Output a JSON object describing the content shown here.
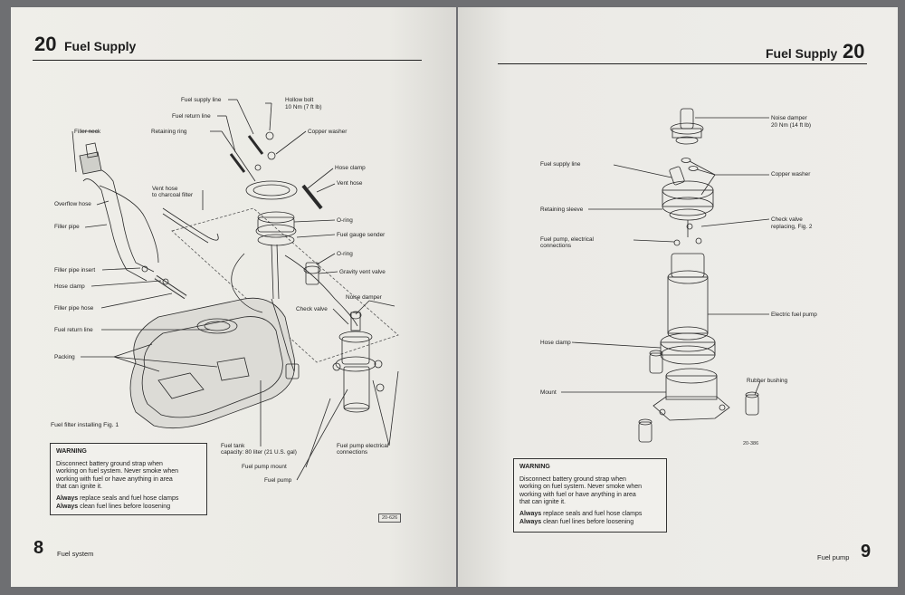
{
  "left_page": {
    "chapter_number": "20",
    "chapter_title": "Fuel Supply",
    "figure_caption": "Fuel filter installing Fig. 1",
    "figure_ref": "20-626",
    "labels": {
      "fuel_supply_line": "Fuel supply line",
      "hollow_bolt_1": "Hollow bolt",
      "hollow_bolt_2": "10 Nm (7 ft lb)",
      "fuel_return_line_top": "Fuel return line",
      "retaining_ring": "Retaining ring",
      "copper_washer": "Copper washer",
      "filler_neck": "Filler neck",
      "hose_clamp_top": "Hose clamp",
      "vent_hose_1": "Vent hose",
      "vent_hose_2": "to charcoal filter",
      "vent_hose_right": "Vent hose",
      "overflow_hose": "Overflow hose",
      "filler_pipe": "Filler pipe",
      "o_ring_1": "O-ring",
      "fuel_gauge_sender": "Fuel gauge sender",
      "o_ring_2": "O-ring",
      "filler_pipe_insert": "Filler pipe insert",
      "gravity_vent_valve": "Gravity vent valve",
      "hose_clamp_left": "Hose clamp",
      "noise_damper": "Noise damper",
      "filler_pipe_hose": "Filler pipe hose",
      "check_valve": "Check valve",
      "fuel_return_line_left": "Fuel return line",
      "packing": "Packing",
      "fuel_tank_1": "Fuel tank",
      "fuel_tank_2": "capacity: 80 liter (21 U.S. gal)",
      "fuel_pump_mount": "Fuel pump mount",
      "fuel_pump": "Fuel pump",
      "fuel_pump_elec_1": "Fuel pump electrical",
      "fuel_pump_elec_2": "connections"
    },
    "warning": {
      "title": "WARNING",
      "line1": "Disconnect battery ground strap when",
      "line2": "working on fuel system. Never smoke when",
      "line3": "working with fuel or have anything in area",
      "line4": "that can ignite it.",
      "always1_bold": "Always",
      "always1_rest": " replace seals and fuel hose clamps",
      "always2_bold": "Always",
      "always2_rest": " clean fuel lines before loosening"
    },
    "page_number": "8",
    "footer_text": "Fuel system"
  },
  "right_page": {
    "chapter_title": "Fuel Supply",
    "chapter_number": "20",
    "figure_ref": "20-386",
    "labels": {
      "noise_damper_1": "Noise damper",
      "noise_damper_2": "20 Nm (14 ft lb)",
      "fuel_supply_line": "Fuel supply line",
      "copper_washer": "Copper washer",
      "retaining_sleeve": "Retaining sleeve",
      "check_valve_1": "Check valve",
      "check_valve_2": "replacing, Fig. 2",
      "fuel_pump_elec_1": "Fuel pump, electrical",
      "fuel_pump_elec_2": "connections",
      "electric_fuel_pump": "Electric fuel pump",
      "hose_clamp": "Hose clamp",
      "rubber_bushing": "Rubber bushing",
      "mount": "Mount"
    },
    "warning": {
      "title": "WARNING",
      "line1": "Disconnect battery ground strap when",
      "line2": "working on fuel system. Never smoke when",
      "line3": "working with fuel or have anything in area",
      "line4": "that can ignite it.",
      "always1_bold": "Always",
      "always1_rest": " replace seals and fuel hose clamps",
      "always2_bold": "Always",
      "always2_rest": " clean fuel lines before loosening"
    },
    "footer_text": "Fuel pump",
    "page_number": "9"
  }
}
